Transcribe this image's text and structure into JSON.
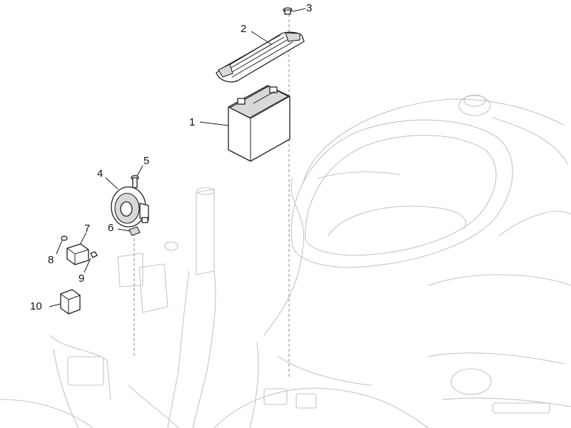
{
  "callouts": [
    {
      "id": "1",
      "label": "1"
    },
    {
      "id": "2",
      "label": "2"
    },
    {
      "id": "3",
      "label": "3"
    },
    {
      "id": "4",
      "label": "4"
    },
    {
      "id": "5",
      "label": "5"
    },
    {
      "id": "6",
      "label": "6"
    },
    {
      "id": "7",
      "label": "7"
    },
    {
      "id": "8",
      "label": "8"
    },
    {
      "id": "9",
      "label": "9"
    },
    {
      "id": "10",
      "label": "10"
    }
  ],
  "parts": [
    "battery",
    "battery-strap",
    "screw",
    "horn",
    "screw",
    "bracket-nut",
    "relay",
    "screw",
    "nut",
    "flasher-relay"
  ]
}
